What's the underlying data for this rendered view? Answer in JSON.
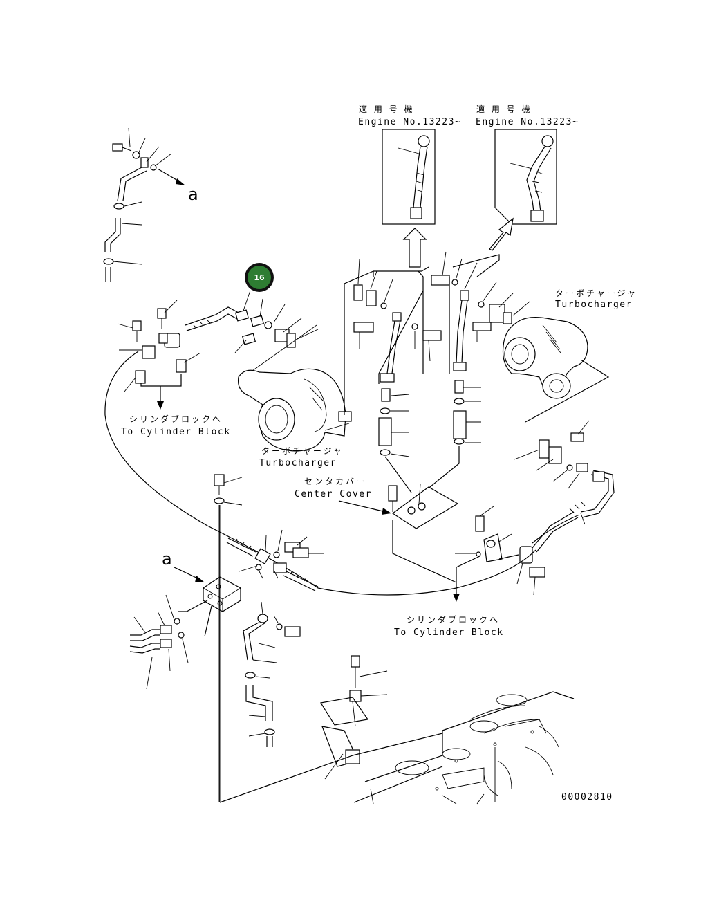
{
  "labels": {
    "applicable_jp_1": "適 用 号 機",
    "engine_no_1": "Engine No.13223~",
    "applicable_jp_2": "適 用 号 機",
    "engine_no_2": "Engine No.13223~",
    "turbo_jp_right": "ターボチャージャ",
    "turbo_en_right": "Turbocharger",
    "cyl_jp_left": "シリンダブロックへ",
    "cyl_en_left": "To Cylinder Block",
    "turbo_jp_left": "ターボチャージャ",
    "turbo_en_left": "Turbocharger",
    "center_jp": "センタカバー",
    "center_en": "Center Cover",
    "cyl_jp_bottom": "シリンダブロックへ",
    "cyl_en_bottom": "To Cylinder Block",
    "ref_a_top": "a",
    "ref_a_bottom": "a",
    "drawing_number": "00002810"
  },
  "callout": {
    "number": "16",
    "color": "#2e7d32"
  }
}
